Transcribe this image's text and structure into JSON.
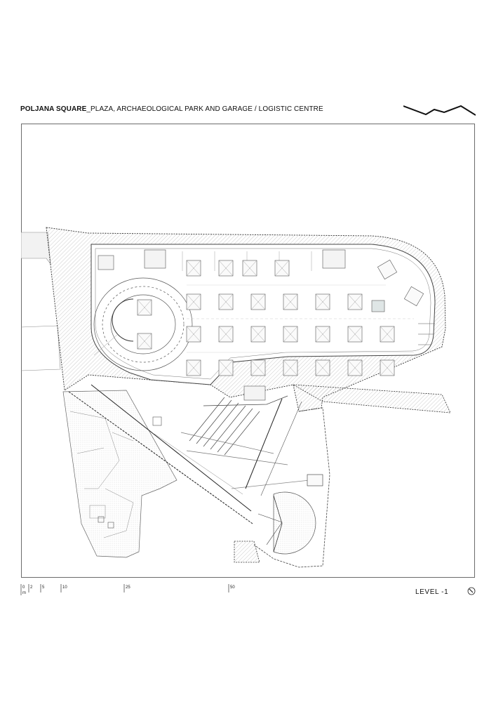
{
  "header": {
    "title_bold": "POLJANA SQUARE",
    "title_rest": "_PLAZA, ARCHAEOLOGICAL PARK AND GARAGE / LOGISTIC CENTRE"
  },
  "scale_bar": {
    "labels": [
      "0",
      "m",
      "2",
      "5",
      "10",
      "25",
      "50"
    ]
  },
  "footer": {
    "level_label": "LEVEL -1"
  },
  "icons": {
    "logo": "roof-profile-logo",
    "north": "north-arrow-icon"
  },
  "colors": {
    "line": "#555555",
    "hatch": "#9a9a9a",
    "fill": "#ececec"
  }
}
